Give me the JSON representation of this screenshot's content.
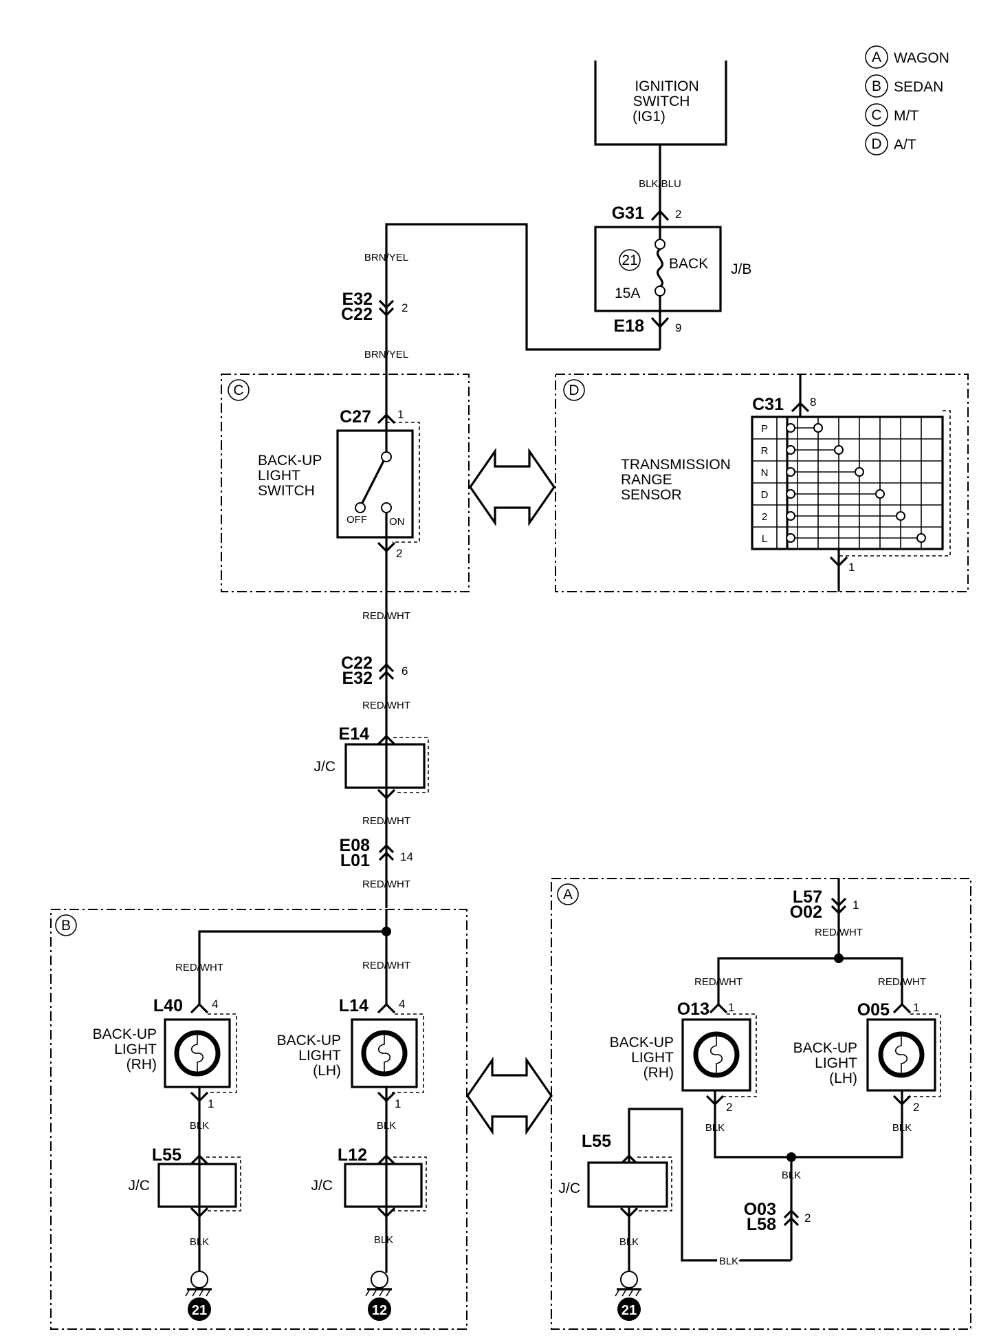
{
  "legend": {
    "items": [
      {
        "letter": "A",
        "label": "WAGON"
      },
      {
        "letter": "B",
        "label": "SEDAN"
      },
      {
        "letter": "C",
        "label": "M/T"
      },
      {
        "letter": "D",
        "label": "A/T"
      }
    ]
  },
  "ignition_switch": {
    "line1": "IGNITION",
    "line2": "SWITCH",
    "line3": "(IG1)"
  },
  "wires": {
    "blk_blu": "BLK/BLU",
    "brn_yel": "BRN/YEL",
    "red_wht": "RED/WHT",
    "blk": "BLK"
  },
  "junction_block": {
    "label": "J/B",
    "fuse_number": "21",
    "fuse_name": "BACK",
    "fuse_rating": "15A",
    "in_connector": "G31",
    "in_pin": "2",
    "out_connector": "E18",
    "out_pin": "9"
  },
  "connectors": {
    "e32_c22_top": {
      "a": "E32",
      "b": "C22",
      "pin": "2"
    },
    "c22_e32_mid": {
      "a": "C22",
      "b": "E32",
      "pin": "6"
    },
    "e08_l01": {
      "a": "E08",
      "b": "L01",
      "pin": "14"
    },
    "l57_o02": {
      "a": "L57",
      "b": "O02",
      "pin": "1"
    },
    "o03_l58": {
      "a": "O03",
      "b": "L58",
      "pin": "2"
    }
  },
  "section_c": {
    "letter": "C",
    "connector": "C27",
    "pin_in": "1",
    "pin_out": "2",
    "name": [
      "BACK-UP",
      "LIGHT",
      "SWITCH"
    ],
    "off": "OFF",
    "on": "ON"
  },
  "section_d": {
    "letter": "D",
    "connector": "C31",
    "pin_in": "8",
    "pin_out": "1",
    "name": [
      "TRANSMISSION",
      "RANGE",
      "SENSOR"
    ],
    "positions": [
      "P",
      "R",
      "N",
      "D",
      "2",
      "L"
    ]
  },
  "jc_e14": {
    "connector": "E14",
    "label": "J/C"
  },
  "section_b": {
    "letter": "B",
    "light_rh": {
      "connector": "L40",
      "pin_in": "4",
      "pin_out": "1",
      "name": [
        "BACK-UP",
        "LIGHT",
        "(RH)"
      ]
    },
    "light_lh": {
      "connector": "L14",
      "pin_in": "4",
      "pin_out": "1",
      "name": [
        "BACK-UP",
        "LIGHT",
        "(LH)"
      ]
    },
    "jc_left": {
      "connector": "L55",
      "label": "J/C"
    },
    "jc_right": {
      "connector": "L12",
      "label": "J/C"
    },
    "ground_left": "21",
    "ground_right": "12"
  },
  "section_a": {
    "letter": "A",
    "light_rh": {
      "connector": "O13",
      "pin_in": "1",
      "pin_out": "2",
      "name": [
        "BACK-UP",
        "LIGHT",
        "(RH)"
      ]
    },
    "light_lh": {
      "connector": "O05",
      "pin_in": "1",
      "pin_out": "2",
      "name": [
        "BACK-UP",
        "LIGHT",
        "(LH)"
      ]
    },
    "jc": {
      "connector": "L55",
      "label": "J/C"
    },
    "ground": "21"
  }
}
